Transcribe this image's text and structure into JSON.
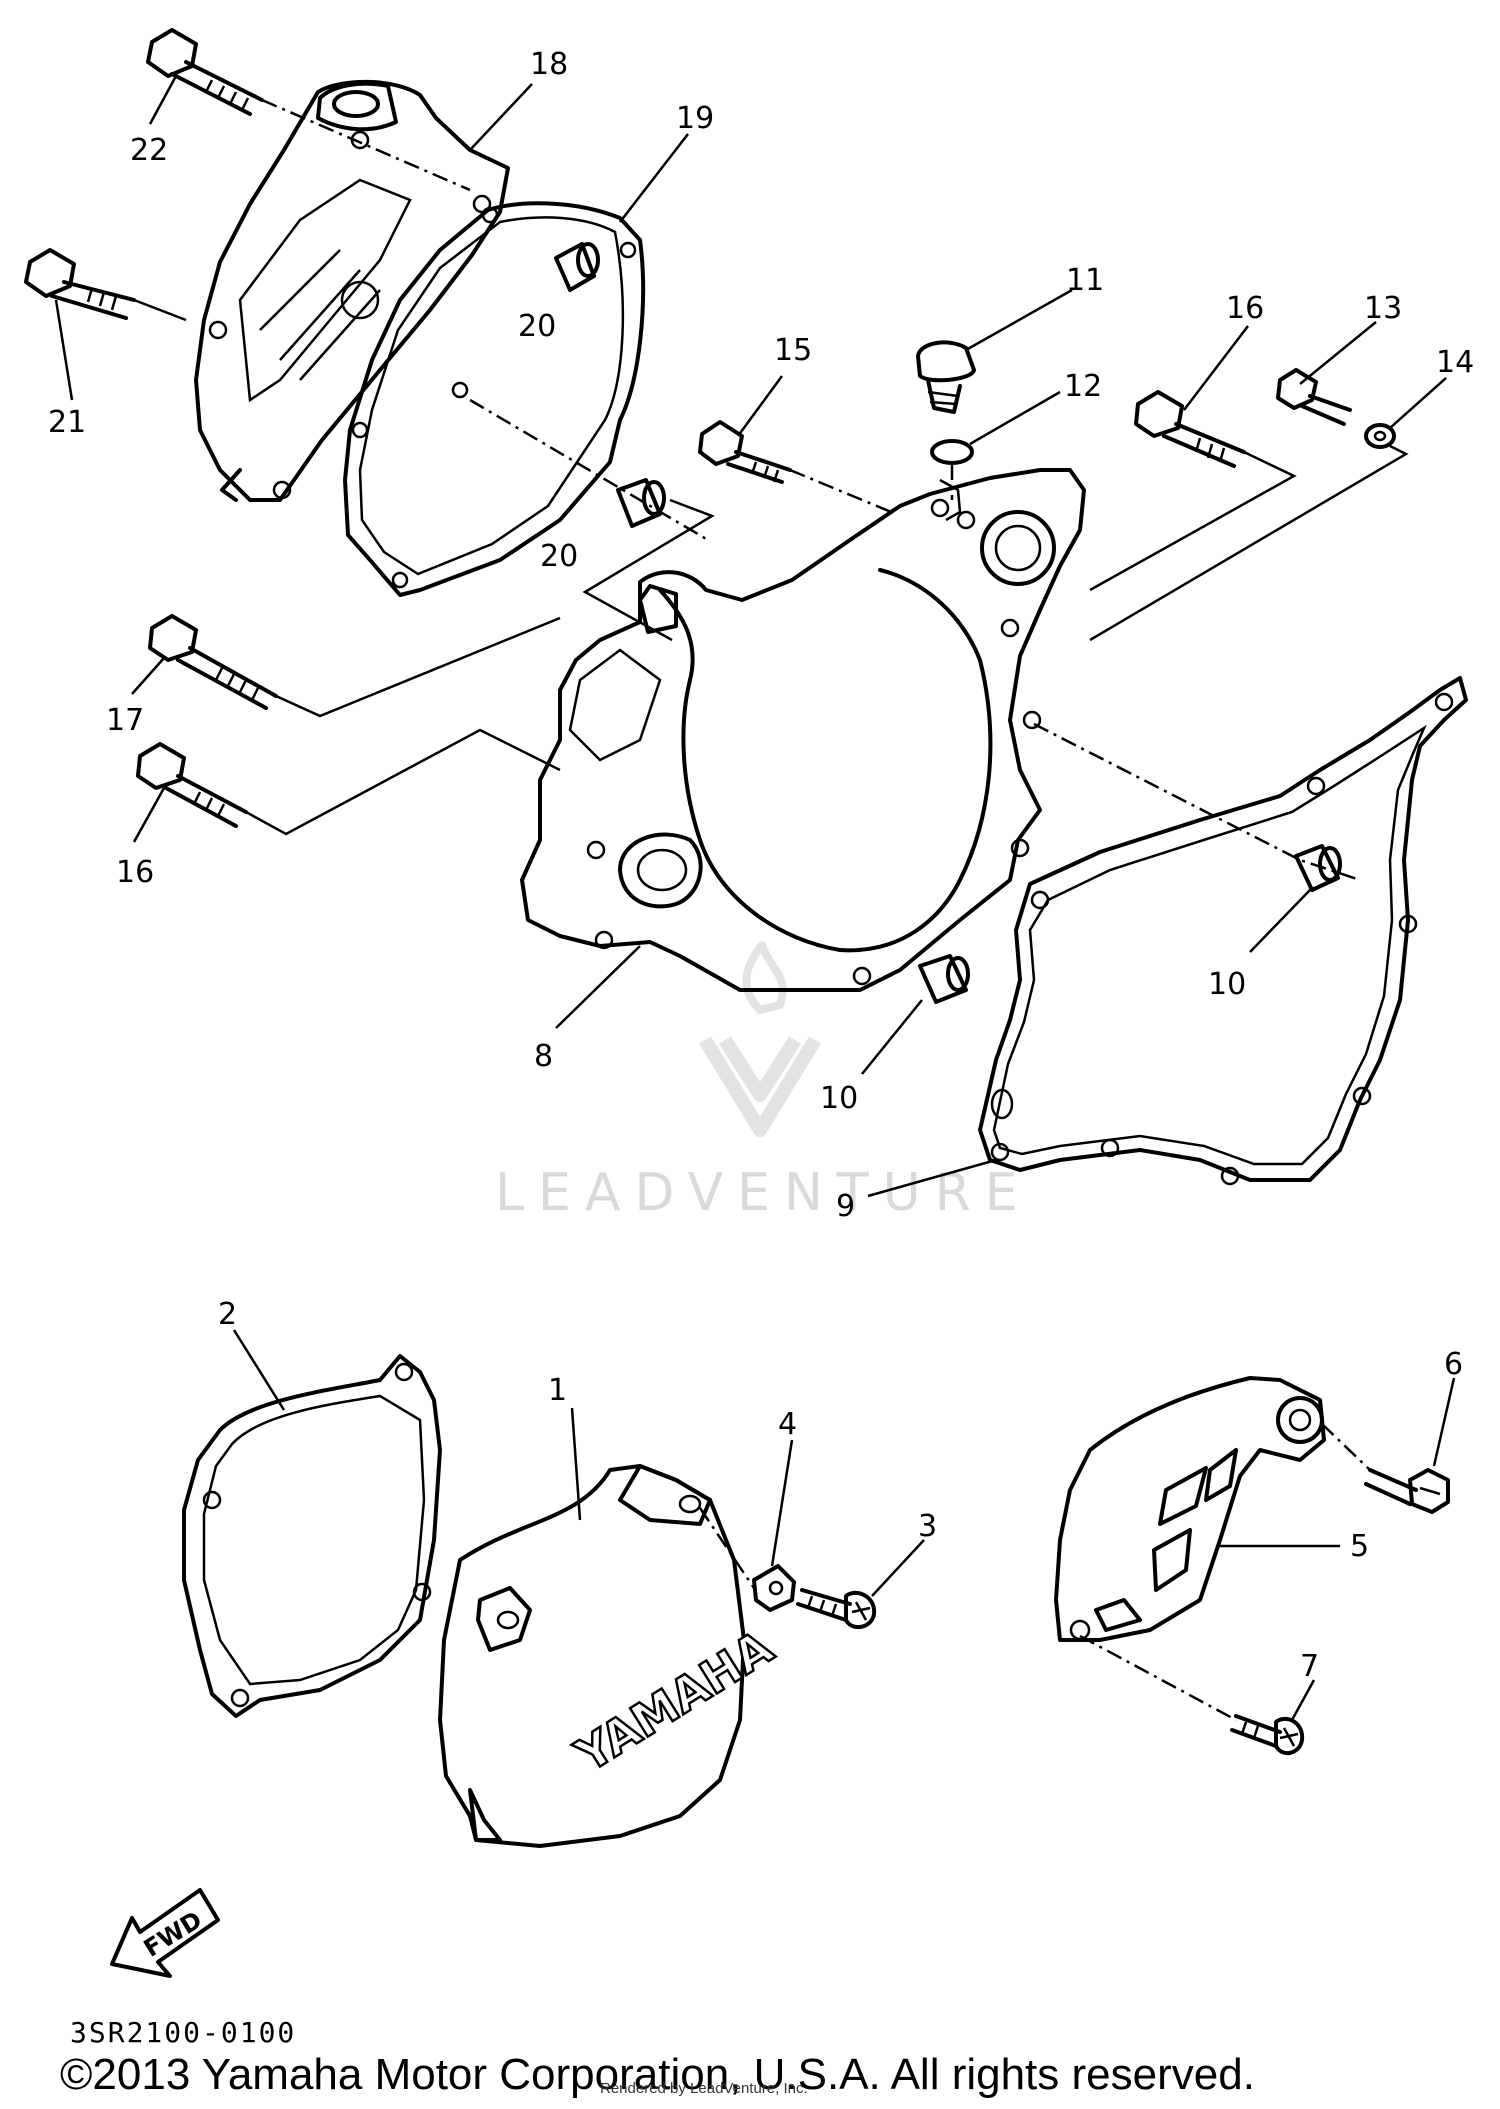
{
  "diagram": {
    "callouts": {
      "p1": "1",
      "p2": "2",
      "p3": "3",
      "p4": "4",
      "p5": "5",
      "p6": "6",
      "p7": "7",
      "p8": "8",
      "p9": "9",
      "p10a": "10",
      "p10b": "10",
      "p11": "11",
      "p12": "12",
      "p13": "13",
      "p14": "14",
      "p15": "15",
      "p16a": "16",
      "p16b": "16",
      "p17": "17",
      "p18": "18",
      "p19": "19",
      "p20a": "20",
      "p20b": "20",
      "p21": "21",
      "p22": "22"
    },
    "cover_emblem": "YAMAHA",
    "direction_arrow": "FWD",
    "watermark": "LEADVENTURE",
    "watermark_icon": "flame-chevron-logo"
  },
  "footer": {
    "part_code": "3SR2100-0100",
    "copyright": "©2013 Yamaha Motor Corporation, U.S.A. All rights reserved.",
    "credit": "Rendered by LeadVenture, Inc."
  }
}
